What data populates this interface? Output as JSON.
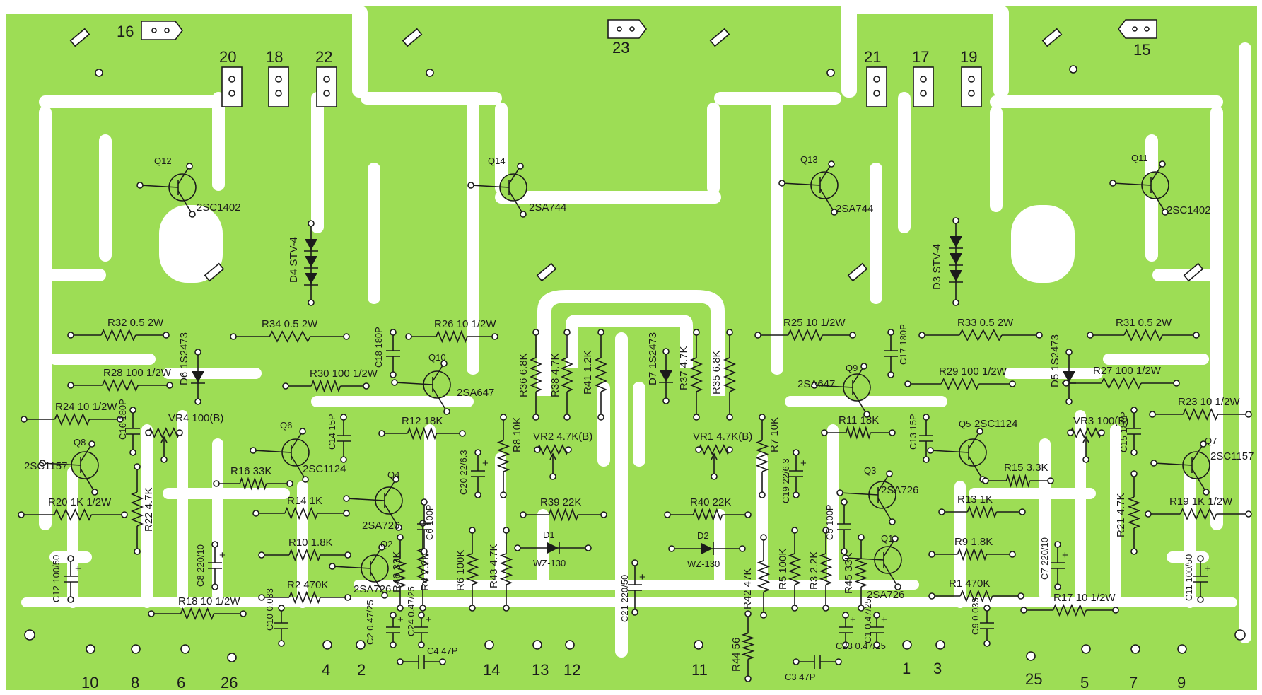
{
  "colors": {
    "copper": "#9ddd55",
    "background": "#ffffff",
    "ink": "#1b1b1b"
  },
  "connectors": [
    {
      "id": "c16",
      "label": "16"
    },
    {
      "id": "c23",
      "label": "23"
    },
    {
      "id": "c15",
      "label": "15"
    },
    {
      "id": "c20",
      "label": "20"
    },
    {
      "id": "c18",
      "label": "18"
    },
    {
      "id": "c22",
      "label": "22"
    },
    {
      "id": "c21",
      "label": "21"
    },
    {
      "id": "c17",
      "label": "17"
    },
    {
      "id": "c19",
      "label": "19"
    }
  ],
  "bottom_pins": [
    "10",
    "8",
    "6",
    "26",
    "4",
    "2",
    "14",
    "13",
    "12",
    "11",
    "1",
    "3",
    "25",
    "5",
    "7",
    "9"
  ],
  "transistors": [
    {
      "ref": "Q12",
      "part": "2SC1402"
    },
    {
      "ref": "Q14",
      "part": "2SA744"
    },
    {
      "ref": "Q13",
      "part": "2SA744"
    },
    {
      "ref": "Q11",
      "part": "2SC1402"
    },
    {
      "ref": "Q10",
      "part": "2SA647"
    },
    {
      "ref": "Q9",
      "part": "2SA647"
    },
    {
      "ref": "Q8",
      "part": "2SC1157"
    },
    {
      "ref": "Q7",
      "part": "2SC1157"
    },
    {
      "ref": "Q6",
      "part": "2SC1124"
    },
    {
      "ref": "Q5",
      "part": "2SC1124"
    },
    {
      "ref": "Q4",
      "part": "2SA726"
    },
    {
      "ref": "Q3",
      "part": "2SA726"
    },
    {
      "ref": "Q2",
      "part": "2SA726"
    },
    {
      "ref": "Q1",
      "part": "2SA726"
    }
  ],
  "diodes": [
    {
      "ref": "D4",
      "part": "STV-4"
    },
    {
      "ref": "D3",
      "part": "STV-4"
    },
    {
      "ref": "D6",
      "part": "1S2473"
    },
    {
      "ref": "D5",
      "part": "1S2473"
    },
    {
      "ref": "D7",
      "part": "1S2473"
    },
    {
      "ref": "D1",
      "part": "WZ-130"
    },
    {
      "ref": "D2",
      "part": "WZ-130"
    }
  ],
  "resistors_h": [
    {
      "id": "r32",
      "text": "R32 0.5 2W"
    },
    {
      "id": "r34",
      "text": "R34 0.5 2W"
    },
    {
      "id": "r26",
      "text": "R26 10 1/2W"
    },
    {
      "id": "r25",
      "text": "R25 10 1/2W"
    },
    {
      "id": "r33",
      "text": "R33 0.5 2W"
    },
    {
      "id": "r31",
      "text": "R31 0.5 2W"
    },
    {
      "id": "r28",
      "text": "R28 100 1/2W"
    },
    {
      "id": "r30",
      "text": "R30 100 1/2W"
    },
    {
      "id": "r29",
      "text": "R29 100 1/2W"
    },
    {
      "id": "r27",
      "text": "R27 100 1/2W"
    },
    {
      "id": "r24",
      "text": "R24 10 1/2W"
    },
    {
      "id": "r23",
      "text": "R23 10 1/2W"
    },
    {
      "id": "r12",
      "text": "R12 18K"
    },
    {
      "id": "r11",
      "text": "R11 18K"
    },
    {
      "id": "r16",
      "text": "R16 33K"
    },
    {
      "id": "r15",
      "text": "R15 3.3K"
    },
    {
      "id": "r14",
      "text": "R14 1K"
    },
    {
      "id": "r13",
      "text": "R13 1K"
    },
    {
      "id": "r20",
      "text": "R20 1K 1/2W"
    },
    {
      "id": "r19",
      "text": "R19 1K 1/2W"
    },
    {
      "id": "r39",
      "text": "R39 22K"
    },
    {
      "id": "r40",
      "text": "R40 22K"
    },
    {
      "id": "r10",
      "text": "R10 1.8K"
    },
    {
      "id": "r9",
      "text": "R9 1.8K"
    },
    {
      "id": "r2",
      "text": "R2 470K"
    },
    {
      "id": "r1",
      "text": "R1 470K"
    },
    {
      "id": "r18",
      "text": "R18 10 1/2W"
    },
    {
      "id": "r17",
      "text": "R17 10 1/2W"
    }
  ],
  "resistors_v": [
    {
      "id": "r36",
      "text": "R36 6.8K"
    },
    {
      "id": "r38",
      "text": "R38 4.7K"
    },
    {
      "id": "r41",
      "text": "R41 1.2K"
    },
    {
      "id": "r37",
      "text": "R37 4.7K"
    },
    {
      "id": "r35",
      "text": "R35 6.8K"
    },
    {
      "id": "r8",
      "text": "R8 10K"
    },
    {
      "id": "r7",
      "text": "R7 10K"
    },
    {
      "id": "r22",
      "text": "R22 4.7K"
    },
    {
      "id": "r21",
      "text": "R21 4.7K"
    },
    {
      "id": "r6",
      "text": "R6 100K"
    },
    {
      "id": "r43",
      "text": "R43 4.7K"
    },
    {
      "id": "r4",
      "text": "R4 2.2K"
    },
    {
      "id": "r46",
      "text": "R46 33K"
    },
    {
      "id": "r42",
      "text": "R42 47K"
    },
    {
      "id": "r5",
      "text": "R5 100K"
    },
    {
      "id": "r3",
      "text": "R3 2.2K"
    },
    {
      "id": "r45",
      "text": "R45 33K"
    },
    {
      "id": "r44",
      "text": "R44 56"
    }
  ],
  "capacitors": [
    {
      "id": "c18",
      "text": "C18 180P"
    },
    {
      "id": "c17",
      "text": "C17 180P"
    },
    {
      "id": "c16",
      "text": "C16 180P"
    },
    {
      "id": "c15",
      "text": "C15 180P"
    },
    {
      "id": "c14",
      "text": "C14 15P"
    },
    {
      "id": "c13",
      "text": "C13 15P"
    },
    {
      "id": "c20",
      "text": "C20 22/6.3"
    },
    {
      "id": "c19",
      "text": "C19 22/6.3"
    },
    {
      "id": "c6",
      "text": "C6 100P"
    },
    {
      "id": "c5",
      "text": "C5 100P"
    },
    {
      "id": "c8",
      "text": "C8 220/10"
    },
    {
      "id": "c7",
      "text": "C7 220/10"
    },
    {
      "id": "c12",
      "text": "C12 100/50"
    },
    {
      "id": "c11",
      "text": "C11 100/50"
    },
    {
      "id": "c21",
      "text": "C21 220/50"
    },
    {
      "id": "c10",
      "text": "C10 0.033"
    },
    {
      "id": "c9",
      "text": "C9 0.033"
    },
    {
      "id": "c2",
      "text": "C2 0.47/25"
    },
    {
      "id": "c24",
      "text": "C24 0.47/25"
    },
    {
      "id": "c23",
      "text": "C23 0.47/25"
    },
    {
      "id": "c1",
      "text": "C1 0.47/25"
    },
    {
      "id": "c4",
      "text": "C4 47P"
    },
    {
      "id": "c3",
      "text": "C3 47P"
    }
  ],
  "trimmers": [
    {
      "id": "vr4",
      "text": "VR4 100(B)"
    },
    {
      "id": "vr3",
      "text": "VR3 100(B)"
    },
    {
      "id": "vr2",
      "text": "VR2 4.7K(B)"
    },
    {
      "id": "vr1",
      "text": "VR1 4.7K(B)"
    }
  ]
}
